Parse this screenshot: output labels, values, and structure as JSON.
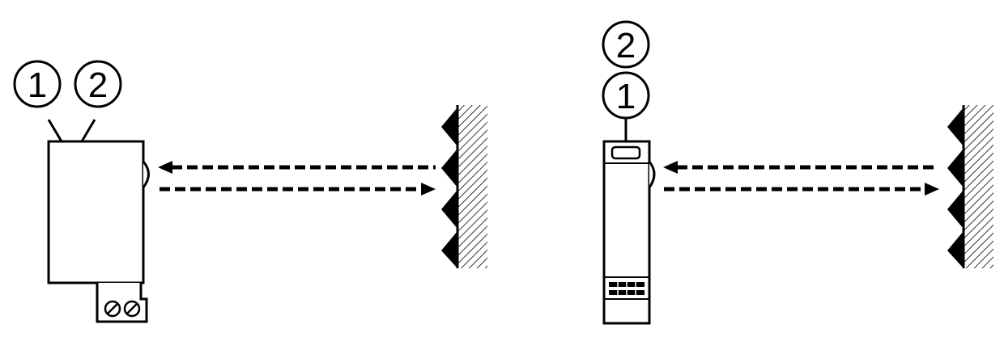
{
  "callouts": {
    "left_1": "1",
    "left_2": "2",
    "right_2": "2",
    "right_1": "1"
  },
  "colors": {
    "line": "#000000",
    "background": "#ffffff"
  }
}
